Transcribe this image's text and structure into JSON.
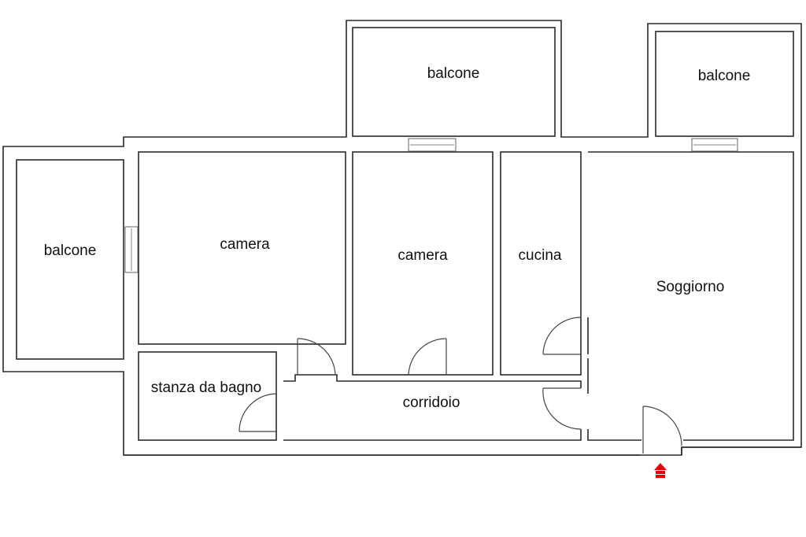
{
  "rooms": {
    "balcone_top_center": "balcone",
    "balcone_top_right": "balcone",
    "balcone_left": "balcone",
    "camera_left": "camera",
    "camera_center": "camera",
    "cucina": "cucina",
    "soggiorno": "Soggiorno",
    "bagno": "stanza da bagno",
    "corridoio": "corridoio"
  },
  "colors": {
    "wall": "#2a2a2a",
    "entrance_marker": "#e00000",
    "background": "#ffffff"
  },
  "icons": {
    "entrance": "entrance-arrow-icon"
  }
}
